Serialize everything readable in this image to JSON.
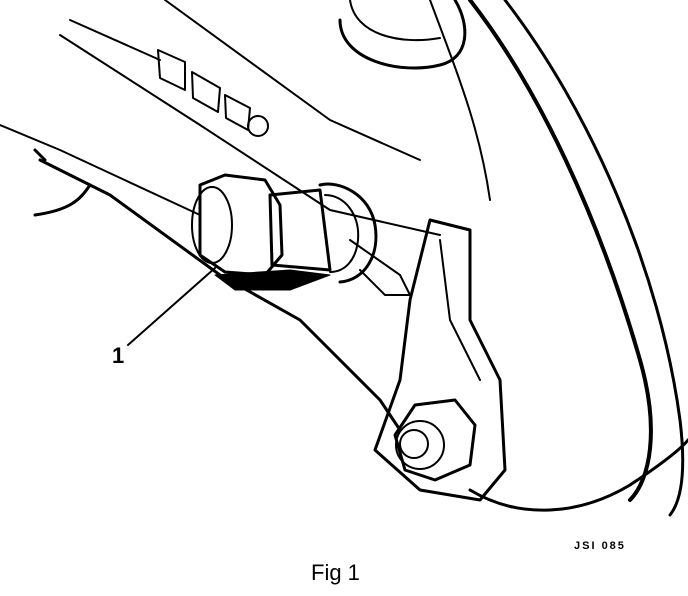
{
  "figure": {
    "callout_number": "1",
    "reference_code": "JSI 085",
    "caption": "Fig 1"
  }
}
